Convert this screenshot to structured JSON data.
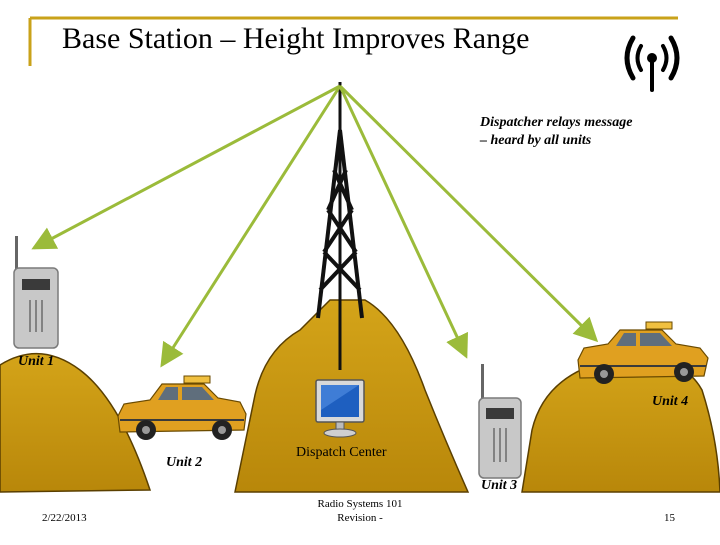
{
  "slide": {
    "title": "Base Station – Height Improves Range",
    "dispatcher_note": "Dispatcher relays message – heard by all units",
    "labels": {
      "unit1": "Unit 1",
      "unit2": "Unit 2",
      "unit3": "Unit 3",
      "unit4": "Unit 4",
      "dispatch_center": "Dispatch Center"
    },
    "footer": {
      "date": "2/22/2013",
      "course_line1": "Radio Systems 101",
      "course_line2": "Revision -",
      "page_number": "15"
    }
  },
  "icons": [
    "wireless-signal-icon",
    "radio-tower-icon",
    "handheld-radio-icon",
    "taxi-icon",
    "computer-monitor-icon"
  ],
  "colors": {
    "hill": "#C9980E",
    "hill_outline": "#5a3f00",
    "arrow": "#9BBB3A",
    "frame": "#C9A21A",
    "taxi": "#E0A020"
  }
}
